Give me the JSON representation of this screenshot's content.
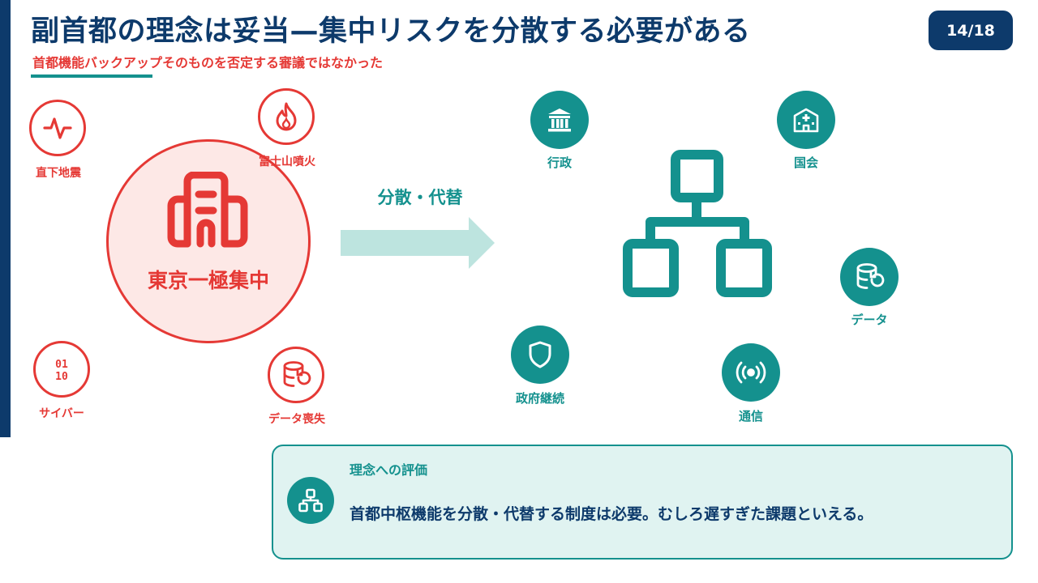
{
  "header": {
    "title": "副首都の理念は妥当—集中リスクを分散する必要がある",
    "subtitle": "首都機能バックアップそのものを否定する審議ではなかった",
    "page": "14/18"
  },
  "risks": [
    {
      "label": "直下地震",
      "icon": "pulse-icon"
    },
    {
      "label": "富士山噴火",
      "icon": "fire-icon"
    },
    {
      "label": "サイバー",
      "icon": "binary-icon"
    },
    {
      "label": "データ喪失",
      "icon": "database-restore-icon"
    }
  ],
  "center": {
    "label": "東京一極集中",
    "icon": "building-icon"
  },
  "arrow": {
    "label": "分散・代替"
  },
  "functions": [
    {
      "label": "行政",
      "icon": "government-icon"
    },
    {
      "label": "国会",
      "icon": "hospital-building-icon"
    },
    {
      "label": "データ",
      "icon": "database-restore-icon"
    },
    {
      "label": "政府継続",
      "icon": "shield-icon"
    },
    {
      "label": "通信",
      "icon": "broadcast-icon"
    }
  ],
  "hub": {
    "icon": "network-hierarchy-icon"
  },
  "evaluation": {
    "heading": "理念への評価",
    "text": "首都中枢機能を分散・代替する制度は必要。むしろ遅すぎた課題といえる。",
    "icon": "network-hierarchy-icon"
  },
  "colors": {
    "navy": "#0d3a6b",
    "red": "#e53935",
    "teal": "#14918e",
    "pink": "#fde8e6",
    "mint": "#e0f3f1"
  }
}
